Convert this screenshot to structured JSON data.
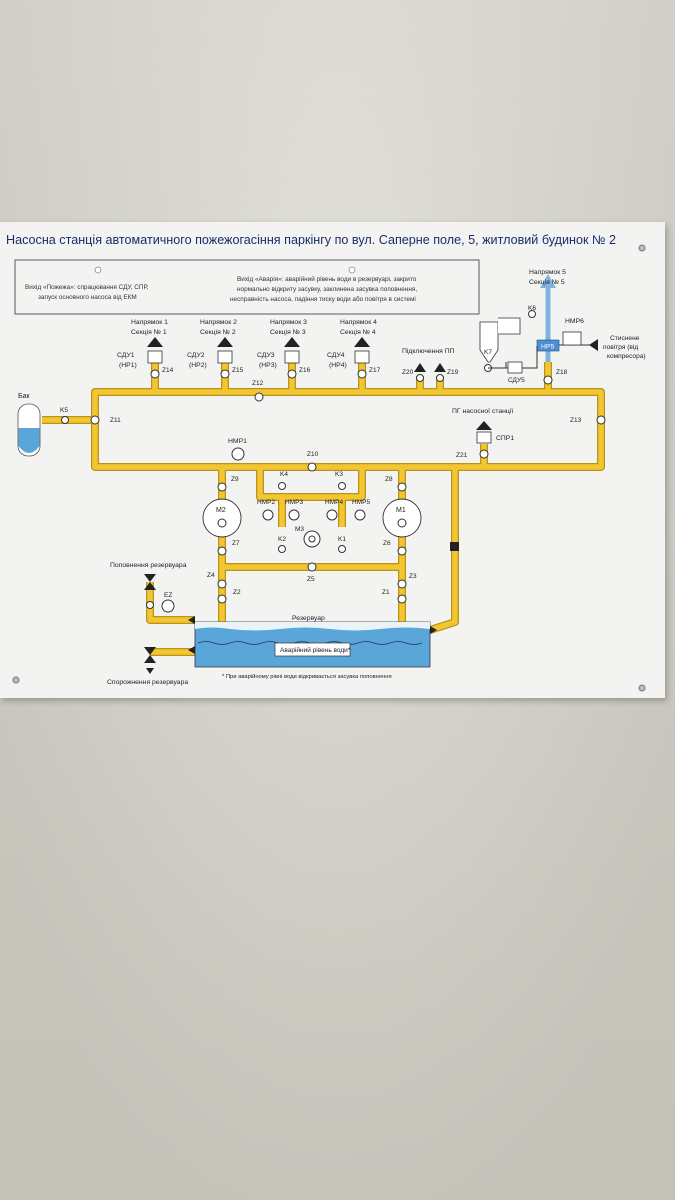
{
  "title": "Насосна станція автоматичного пожежогасіння паркінгу по вул. Саперне поле, 5, житловий будинок № 2",
  "legend": {
    "fire_output": [
      "Вихід «Пожежа»: спрацювання СДУ, СПР,",
      "запуск основного насоса від ЕКМ"
    ],
    "alarm_output": [
      "Вихід «Аварія»: аварійний рівень води в резервуарі, закрито",
      "нормально відкриту засувку, заклинена засувка поповнення,",
      "несправність насоса, падіння тиску води або повітря в системі"
    ]
  },
  "directions": [
    {
      "dir": "Напрямок 1",
      "sec": "Секція № 1",
      "sdu": "СДУ1",
      "hp": "(НР1)",
      "z": "Z14"
    },
    {
      "dir": "Напрямок 2",
      "sec": "Секція № 2",
      "sdu": "СДУ2",
      "hp": "(НР2)",
      "z": "Z15"
    },
    {
      "dir": "Напрямок 3",
      "sec": "Секція № 3",
      "sdu": "СДУ3",
      "hp": "(НР3)",
      "z": "Z16"
    },
    {
      "dir": "Напрямок 4",
      "sec": "Секція № 4",
      "sdu": "СДУ4",
      "hp": "(НР4)",
      "z": "Z17"
    }
  ],
  "direction5": {
    "dir": "Напрямок 5",
    "sec": "Секція № 5"
  },
  "labels": {
    "bak": "Бак",
    "k5": "K5",
    "z11": "Z11",
    "z12": "Z12",
    "z13": "Z13",
    "pp": "Підключення ПП",
    "z20": "Z20",
    "z19": "Z19",
    "z18": "Z18",
    "k6": "K6",
    "k7": "K7",
    "hmp6": "НМР6",
    "hp5": "НР5",
    "sdu5": "СДУ5",
    "air": [
      "Стиснене",
      "повітря (від",
      "компресора)"
    ],
    "pg": "ПГ насосної станції",
    "spr1": "СПР1",
    "z21": "Z21",
    "hmp1": "НМР1",
    "z10": "Z10",
    "k4": "K4",
    "k3": "K3",
    "z9": "Z9",
    "z8": "Z8",
    "m2": "M2",
    "m1": "M1",
    "m3": "M3",
    "hmp2": "НМР2",
    "hmp3": "НМР3",
    "hmp4": "НМР4",
    "hmp5": "НМР5",
    "k2": "K2",
    "k1": "K1",
    "z7": "Z7",
    "z6": "Z6",
    "z5": "Z5",
    "z4": "Z4",
    "z3": "Z3",
    "z2": "Z2",
    "z1": "Z1",
    "ez": "EZ",
    "fill": "Поповнення резервуара",
    "drain": "Спорожнення резервуара",
    "reservoir": "Резервуар",
    "alarm_level": "Аварійний рівень води*",
    "note": "* При аварійному рівні води відкривається засувка поповнення"
  },
  "colors": {
    "pipe": "#f2c631",
    "pipe_edge": "#b8921a",
    "water": "#5aa6d8",
    "air_pipe": "#9cc9ec",
    "hp5": "#4d8fd1"
  }
}
